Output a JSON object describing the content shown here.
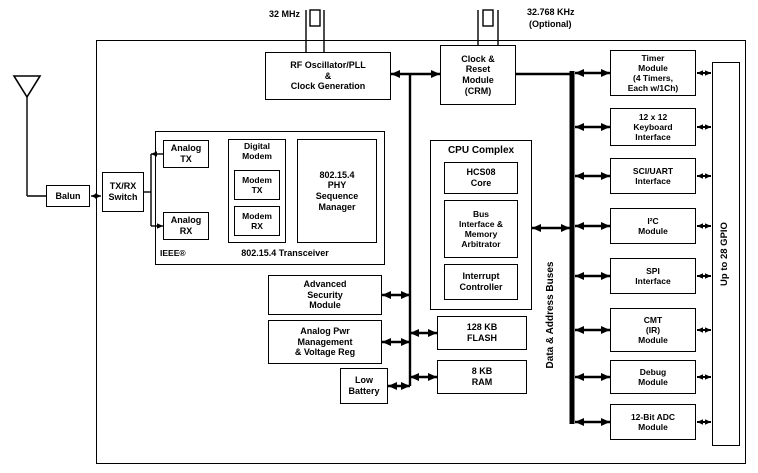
{
  "crystals": {
    "mhz32_label": "32 MHz",
    "khz32_label": "32.768 KHz",
    "khz32_note": "(Optional)"
  },
  "blocks": {
    "rf_osc": "RF Oscillator/PLL\n&\nClock Generation",
    "crm": "Clock &\nReset\nModule\n(CRM)",
    "balun": "Balun",
    "txrx_switch": "TX/RX\nSwitch",
    "analog_tx": "Analog\nTX",
    "analog_rx": "Analog\nRX",
    "digital_modem": "Digital\nModem",
    "modem_tx": "Modem\nTX",
    "modem_rx": "Modem\nRX",
    "phy_seq": "802.15.4\nPHY\nSequence\nManager",
    "ieee_label": "IEEE®",
    "transceiver_label": "802.15.4 Transceiver",
    "security": "Advanced\nSecurity\nModule",
    "power": "Analog Pwr\nManagement\n& Voltage Reg",
    "low_battery": "Low\nBattery",
    "cpu_label": "CPU Complex",
    "hcs08": "HCS08\nCore",
    "bus_interface": "Bus\nInterface &\nMemory\nArbitrator",
    "interrupt": "Interrupt\nController",
    "flash": "128 KB\nFLASH",
    "ram": "8 KB\nRAM",
    "bus_text": "Data & Address Buses",
    "gpio_text": "Up to 28 GPIO"
  },
  "peripherals": [
    {
      "label": "Timer\nModule\n(4 Timers,\nEach w/1Ch)"
    },
    {
      "label": "12 x 12\nKeyboard\nInterface"
    },
    {
      "label": "SCI/UART\nInterface"
    },
    {
      "label": "I²C\nModule"
    },
    {
      "label": "SPI\nInterface"
    },
    {
      "label": "CMT\n(IR)\nModule"
    },
    {
      "label": "Debug\nModule"
    },
    {
      "label": "12-Bit ADC\nModule"
    }
  ],
  "colors": {
    "line": "#000000",
    "background": "#ffffff"
  }
}
